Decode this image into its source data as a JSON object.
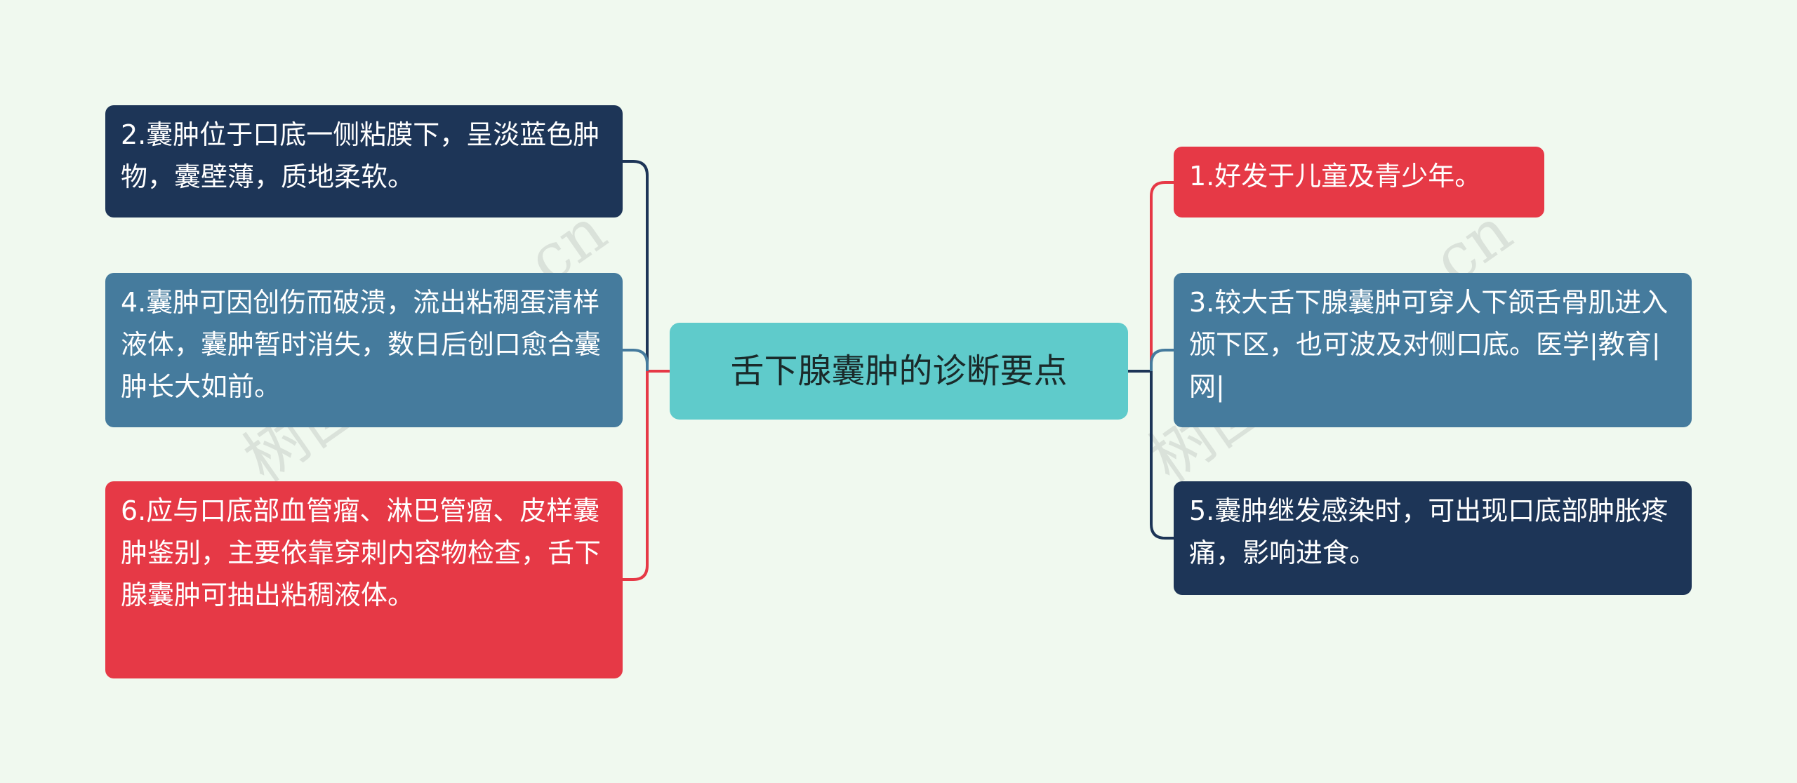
{
  "watermark": "树图shutu.cn",
  "center": {
    "label": "舌下腺囊肿的诊断要点"
  },
  "left_nodes": [
    {
      "text": "2.囊肿位于口底一侧粘膜下，呈淡蓝色肿物，囊壁薄，质地柔软。"
    },
    {
      "text": "4.囊肿可因创伤而破溃，流出粘稠蛋清样液体，囊肿暂时消失，数日后创口愈合囊肿长大如前。"
    },
    {
      "text": "6.应与口底部血管瘤、淋巴管瘤、皮样囊肿鉴别，主要依靠穿刺内容物检查，舌下腺囊肿可抽出粘稠液体。"
    }
  ],
  "right_nodes": [
    {
      "text": "1.好发于儿童及青少年。"
    },
    {
      "text": "3.较大舌下腺囊肿可穿人下颌舌骨肌进入颁下区，也可波及对侧口底。医学|教育|网|"
    },
    {
      "text": "5.囊肿继发感染时，可出现口底部肿胀疼痛，影响进食。"
    }
  ],
  "colors": {
    "navy": "#1d3557",
    "steel": "#457b9d",
    "red": "#e63946",
    "teal": "#5fcbcb",
    "background": "#f0f9ef"
  }
}
